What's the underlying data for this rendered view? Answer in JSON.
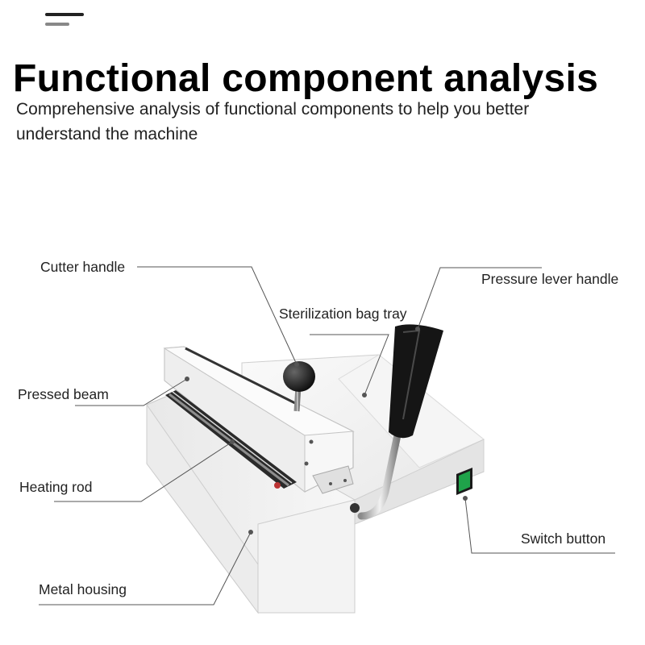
{
  "header": {
    "title": "Functional component analysis",
    "subtitle": "Comprehensive analysis of functional components to help you better understand the machine"
  },
  "labels": {
    "cutter_handle": "Cutter handle",
    "pressure_lever_handle": "Pressure lever handle",
    "sterilization_bag_tray": "Sterilization bag tray",
    "pressed_beam": "Pressed beam",
    "heating_rod": "Heating rod",
    "switch_button": "Switch button",
    "metal_housing": "Metal housing"
  },
  "colors": {
    "machine_body": "#f4f4f4",
    "machine_shadow": "#d9d9d9",
    "handle_grip": "#1a1a1a",
    "switch_green": "#1fa34a",
    "leader_line": "#555555"
  }
}
